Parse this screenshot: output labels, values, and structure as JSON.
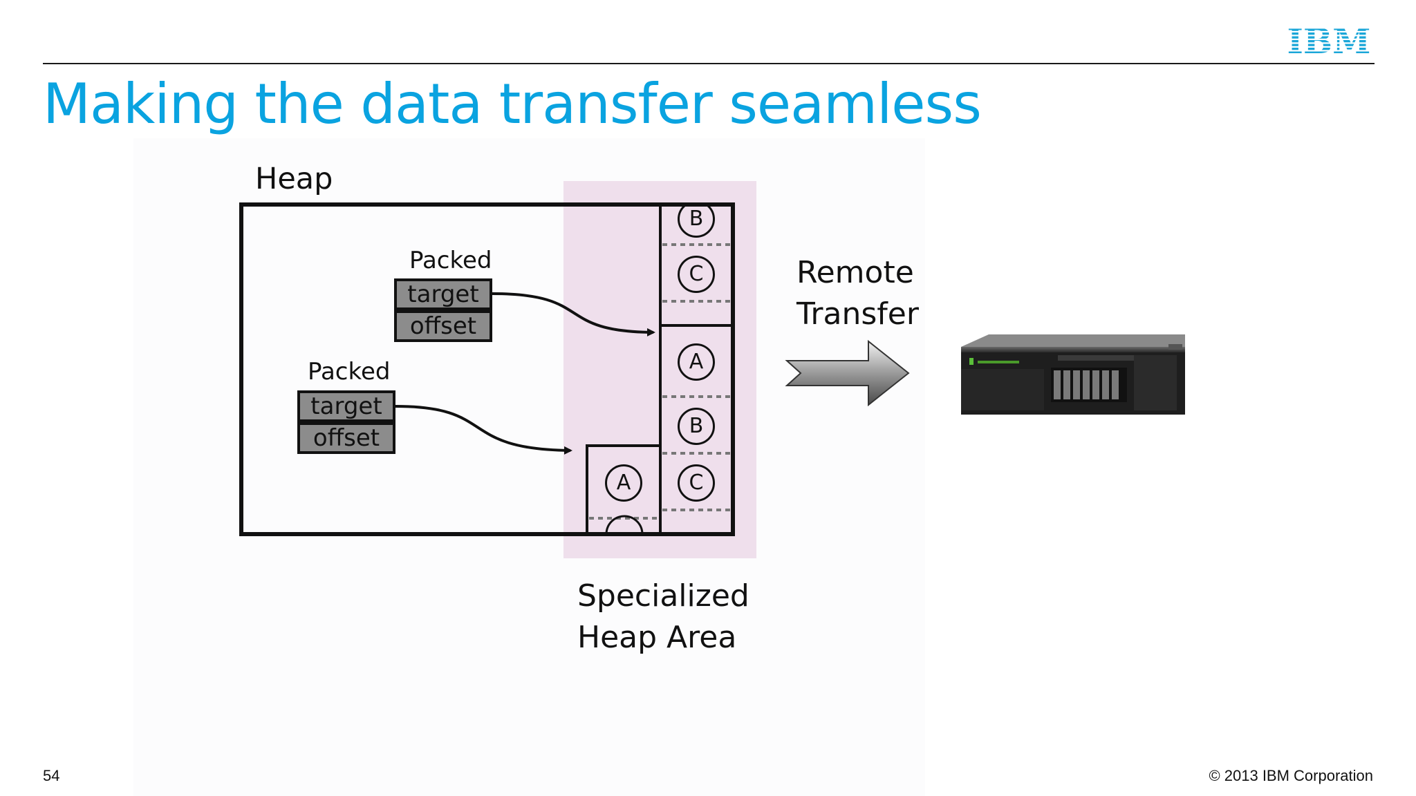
{
  "slide": {
    "title": "Making the data transfer seamless",
    "logo_text": "IBM",
    "page_number": "54",
    "copyright": "© 2013 IBM Corporation"
  },
  "diagram": {
    "heap_label": "Heap",
    "packed_1": {
      "label": "Packed",
      "field_1": "target",
      "field_2": "offset"
    },
    "packed_2": {
      "label": "Packed",
      "field_1": "target",
      "field_2": "offset"
    },
    "specialized_area": {
      "line_1": "Specialized",
      "line_2": "Heap Area"
    },
    "remote_transfer": {
      "line_1": "Remote",
      "line_2": "Transfer"
    },
    "objects": {
      "top_b": "B",
      "top_c": "C",
      "mid_a": "A",
      "mid_b": "B",
      "mid_c": "C",
      "low_a": "A"
    }
  },
  "colors": {
    "title": "#0aa3e0",
    "logo": "#1aa6d8",
    "specialized_area_fill": "#efdfec",
    "packed_fill": "#8c8c8c"
  },
  "icons": [
    "ibm-logo",
    "right-arrow-icon",
    "server-image"
  ]
}
